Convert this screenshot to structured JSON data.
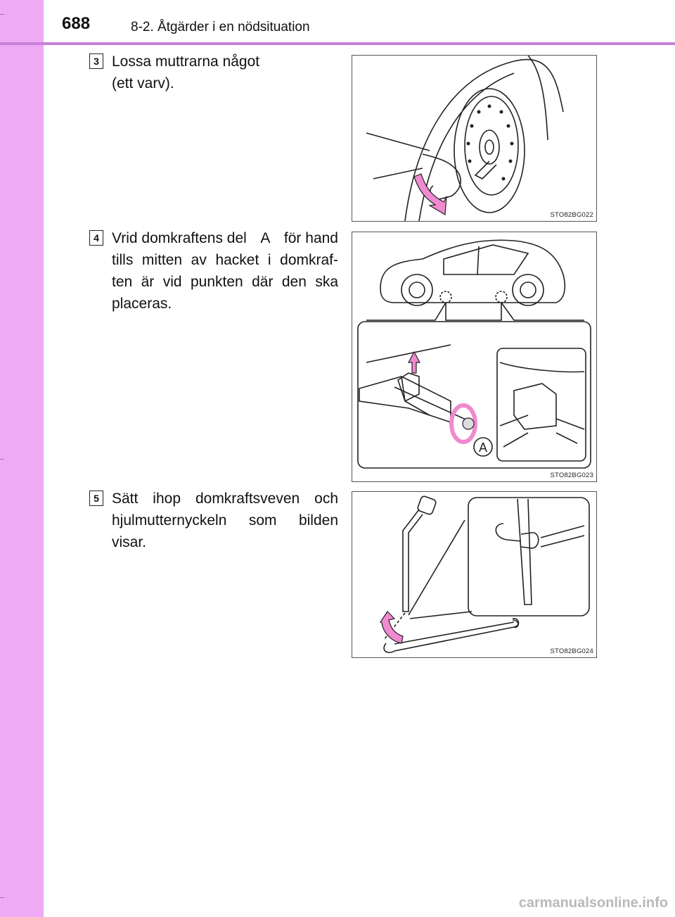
{
  "header": {
    "page_number": "688",
    "section_title": "8-2. Åtgärder i en nödsituation"
  },
  "steps": [
    {
      "number": "3",
      "text": "Lossa muttrarna något (ett varv).",
      "line1": "Lossa muttrarna något",
      "line2": "(ett varv).",
      "figure_code": "STO82BG022"
    },
    {
      "number": "4",
      "text_before": "Vrid domkraftens del",
      "marker": "A",
      "text_after": "för hand tills mitten av hacket i domkraften är vid punkten där den ska placeras.",
      "rest1": "för hand",
      "rest2": "tills mitten av hacket i domkraf-",
      "rest3": "ten är vid punkten där den ska",
      "rest4": "placeras.",
      "figure_code": "STO82BG023",
      "figure_label": "A"
    },
    {
      "number": "5",
      "line1": "Sätt ihop domkraftsveven och",
      "line2": "hjulmutternyckeln som bilden",
      "line3": "visar.",
      "figure_code": "STO82BG024"
    }
  ],
  "footer": {
    "watermark": "carmanualsonline.info"
  },
  "colors": {
    "sidebar": "#eeaaf5",
    "rule": "#c880d8",
    "arrow": "#f08ad0"
  }
}
